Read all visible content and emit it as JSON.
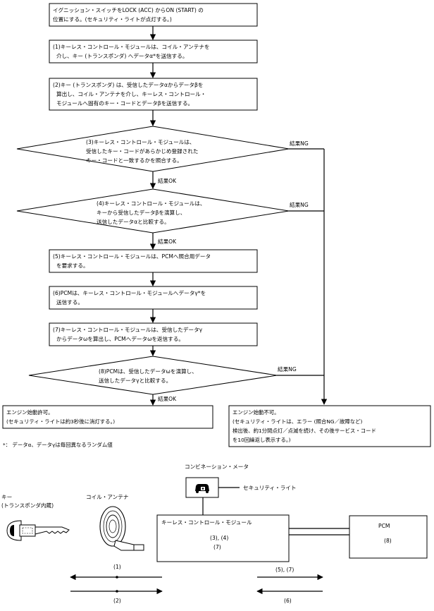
{
  "flow": {
    "start": [
      "イグニッション・スイッチをLOCK (ACC) からON (START) の",
      "位置にする。(セキュリティ・ライトが点灯する。)"
    ],
    "step1": [
      "(1)キーレス・コントロール・モジュールは、コイル・アンテナを",
      "介し、キー (トランスポンダ) へデータα*を送信する。"
    ],
    "step2": [
      "(2)キー (トランスポンダ) は、受信したデータαからデータβを",
      "算出し、コイル・アンテナを介し、キーレス・コントロール・",
      "モジュールへ固有のキー・コードとデータβを送信する。"
    ],
    "step3": [
      "(3)キーレス・コントロール・モジュールは、",
      "受信したキー・コードがあらかじめ登録された",
      "キー・コードと一致するかを照合する。"
    ],
    "step4": [
      "(4)キーレス・コントロール・モジュールは、",
      "キーから受信したデータβを演算し、",
      "送信したデータαと比較する。"
    ],
    "step5": [
      "(5)キーレス・コントロール・モジュールは、PCMへ照合用データ",
      "を要求する。"
    ],
    "step6": [
      "(6)PCMは、キーレス・コントロール・モジュールへデータγ*を",
      "送信する。"
    ],
    "step7": [
      "(7)キーレス・コントロール・モジュールは、受信したデータγ",
      "からデータωを算出し、PCMへデータωを返信する。"
    ],
    "step8": [
      "(8)PCMは、受信したデータωを演算し、",
      "送信したデータγと比較する。"
    ],
    "result_ok": "結果OK",
    "result_ng": "結果NG",
    "ok_box": [
      "エンジン始動許可。",
      "(セキュリティ・ライトは約3秒後に消灯する。)"
    ],
    "ng_box": [
      "エンジン始動不可。",
      "(セキュリティ・ライトは、エラー (照合NG／故障など)",
      "検出後、約1分間点灯／点滅を続け、その後サービス・コード",
      "を10回繰返し表示する。)"
    ],
    "footnote": "*： データα、データγは毎回異なるランダム値"
  },
  "components": {
    "meter_label": "コンビネーション・メータ",
    "security_light_label": "セキュリティ・ライト",
    "key_label": [
      "キー",
      "(トランスポンダ内蔵)"
    ],
    "coil_label": "コイル・アンテナ",
    "module_label": "キーレス・コントロール・モジュール",
    "module_steps": [
      "(3), (4)",
      "(7)"
    ],
    "pcm_label": "PCM",
    "pcm_step": "(8)",
    "arrow1_label": "(1)",
    "arrow2_label": "(2)",
    "arrow57_label": "(5), (7)",
    "arrow6_label": "(6)"
  }
}
